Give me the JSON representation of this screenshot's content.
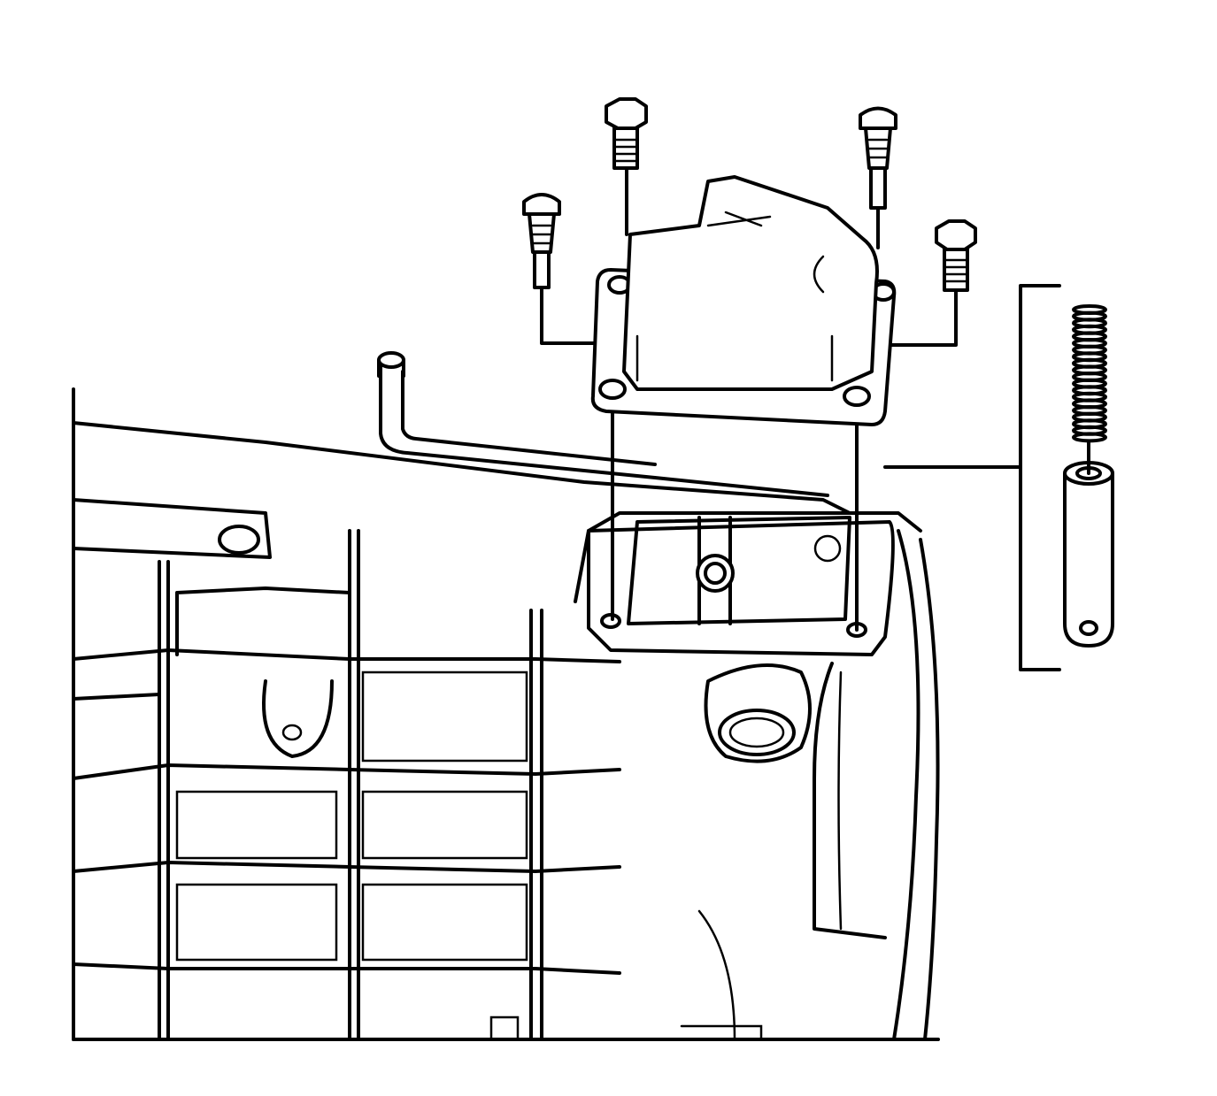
{
  "diagram": {
    "colors": {
      "line": "#000000",
      "background": "#ffffff"
    },
    "components": [
      "transmission-case",
      "shift-cover",
      "cover-gasket",
      "cover-bolts",
      "breather-tube",
      "spring",
      "pin"
    ]
  }
}
